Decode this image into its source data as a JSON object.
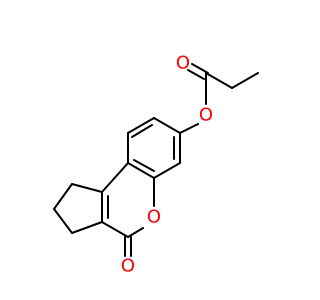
{
  "molecule": {
    "atoms": {
      "o_carbonyl_ester": {
        "label": "O",
        "color": "#ff0000"
      },
      "o_ester_link": {
        "label": "O",
        "color": "#ff0000"
      },
      "o_ring": {
        "label": "O",
        "color": "#ff0000"
      },
      "o_lactone_carbonyl": {
        "label": "O",
        "color": "#ff0000"
      }
    },
    "bond_color": "#000000"
  }
}
